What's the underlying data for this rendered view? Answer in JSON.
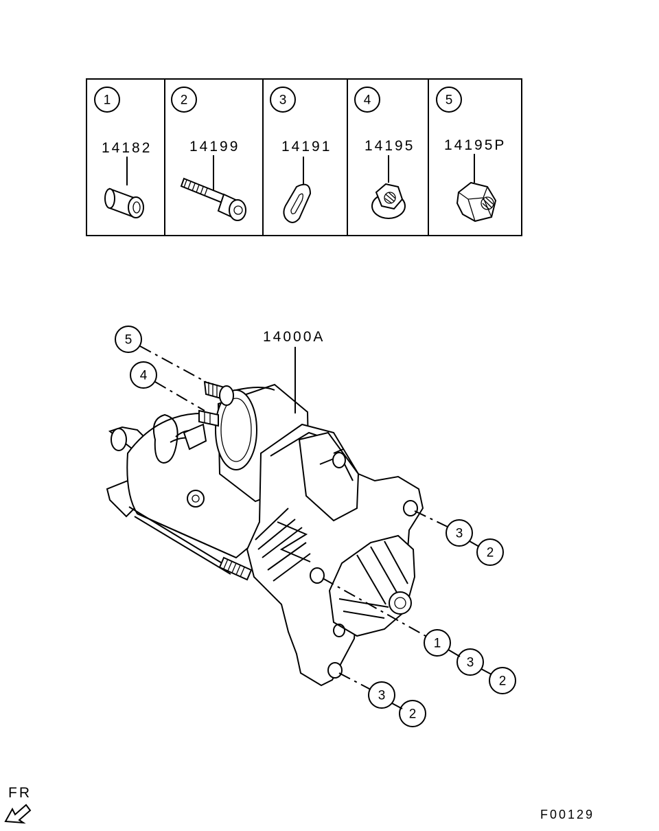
{
  "parts_table": [
    {
      "index": "1",
      "part_no": "14182"
    },
    {
      "index": "2",
      "part_no": "14199"
    },
    {
      "index": "3",
      "part_no": "14191"
    },
    {
      "index": "4",
      "part_no": "14195"
    },
    {
      "index": "5",
      "part_no": "14195P"
    }
  ],
  "assembly": {
    "part_no": "14000A"
  },
  "callouts": {
    "five": "5",
    "four": "4",
    "upper_right": [
      "3",
      "2"
    ],
    "middle_right": [
      "1",
      "3",
      "2"
    ],
    "lower": [
      "3",
      "2"
    ]
  },
  "orientation": {
    "label": "FR",
    "icon": "front-arrow-icon"
  },
  "figure_code": "F00129"
}
